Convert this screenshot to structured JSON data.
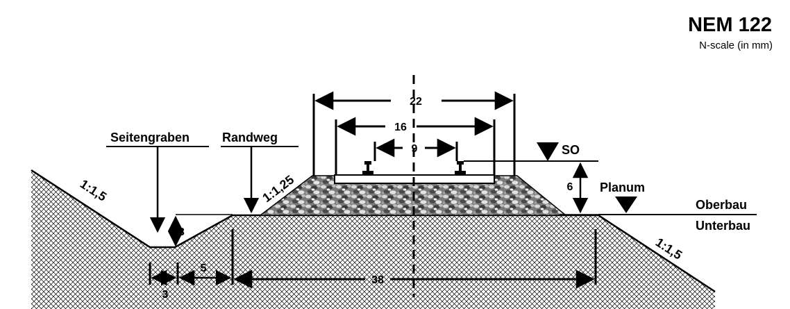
{
  "header": {
    "title": "NEM 122",
    "subtitle": "N-scale (in mm)"
  },
  "labels": {
    "seitengraben": "Seitengraben",
    "randweg": "Randweg",
    "so": "SO",
    "planum": "Planum",
    "oberbau": "Oberbau",
    "unterbau": "Unterbau"
  },
  "dimensions": {
    "track_width": "22",
    "sleeper_length": "16",
    "gauge": "9",
    "rail_height": "6",
    "ditch_depth": "3",
    "ditch_width": "3",
    "ditch_slope_width": "5",
    "formation_width": "38"
  },
  "slopes": {
    "left_embankment": "1:1,5",
    "ballast": "1:1,25",
    "right_embankment": "1:1,5"
  },
  "colors": {
    "line": "#000000",
    "ballast_dark": "#3a3a3a",
    "ballast_light": "#d9d9d9",
    "sleeper": "#ffffff"
  }
}
